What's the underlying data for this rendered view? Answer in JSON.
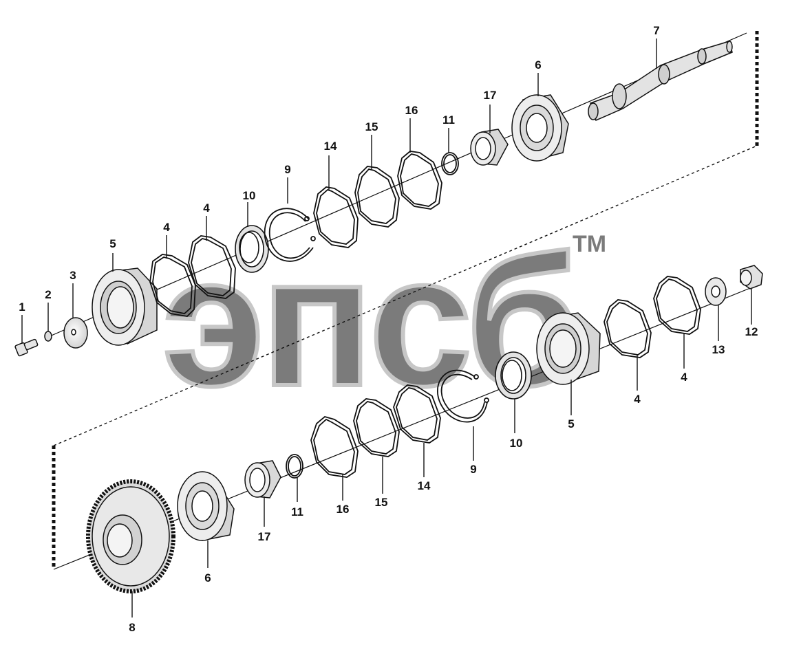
{
  "diagram": {
    "watermark": {
      "text": "эпсб",
      "trademark": "TM"
    },
    "callouts_upper": [
      "1",
      "2",
      "3",
      "5",
      "4",
      "4",
      "10",
      "9",
      "14",
      "15",
      "16",
      "11",
      "17",
      "6",
      "7"
    ],
    "callouts_lower": [
      "8",
      "6",
      "17",
      "11",
      "16",
      "15",
      "14",
      "9",
      "10",
      "5",
      "4",
      "4",
      "13",
      "12"
    ],
    "colors": {
      "line": "#111111",
      "part_fill": "#e8e8e8",
      "part_shade": "#c9c9c9",
      "watermark": "#bdbdbd"
    }
  }
}
